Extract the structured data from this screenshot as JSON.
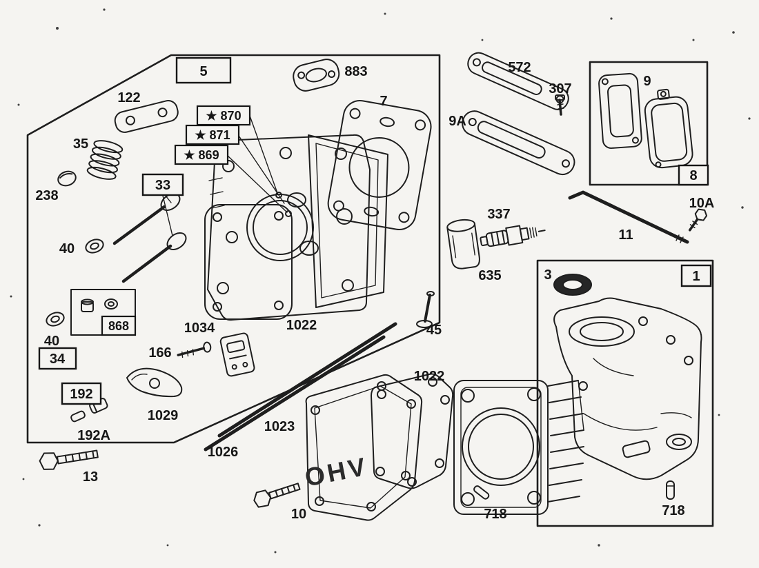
{
  "page": {
    "type": "engine-exploded-parts-diagram",
    "colors": {
      "background": "#f5f4f1",
      "ink": "#1e1e1e",
      "label_ink": "#161616"
    },
    "cover_text": "OHV",
    "labels": {
      "p5": {
        "text": "5",
        "boxed": true
      },
      "p122": {
        "text": "122"
      },
      "p883": {
        "text": "883"
      },
      "p870": {
        "text": "★ 870",
        "boxed": true
      },
      "p871": {
        "text": "★ 871",
        "boxed": true
      },
      "p869": {
        "text": "★ 869",
        "boxed": true
      },
      "p7": {
        "text": "7"
      },
      "p35": {
        "text": "35"
      },
      "p238": {
        "text": "238"
      },
      "p33": {
        "text": "33",
        "boxed": true
      },
      "p9A": {
        "text": "9A"
      },
      "p572": {
        "text": "572"
      },
      "p307": {
        "text": "307"
      },
      "p9": {
        "text": "9"
      },
      "p8": {
        "text": "8",
        "boxed": true
      },
      "p10A": {
        "text": "10A"
      },
      "p11": {
        "text": "11"
      },
      "p337": {
        "text": "337"
      },
      "p635": {
        "text": "635"
      },
      "p40a": {
        "text": "40"
      },
      "p868": {
        "text": "868",
        "boxed": true
      },
      "p40b": {
        "text": "40"
      },
      "p34": {
        "text": "34",
        "boxed": true
      },
      "p1034": {
        "text": "1034"
      },
      "p166": {
        "text": "166"
      },
      "p192": {
        "text": "192",
        "boxed": true
      },
      "p1029": {
        "text": "1029"
      },
      "p192A": {
        "text": "192A"
      },
      "p13": {
        "text": "13"
      },
      "p1026": {
        "text": "1026"
      },
      "p1023": {
        "text": "1023"
      },
      "p10": {
        "text": "10"
      },
      "p1022a": {
        "text": "1022"
      },
      "p45": {
        "text": "45"
      },
      "p1022b": {
        "text": "1022"
      },
      "p3": {
        "text": "3"
      },
      "p1": {
        "text": "1",
        "boxed": true
      },
      "p718a": {
        "text": "718"
      },
      "p718b": {
        "text": "718"
      }
    }
  }
}
